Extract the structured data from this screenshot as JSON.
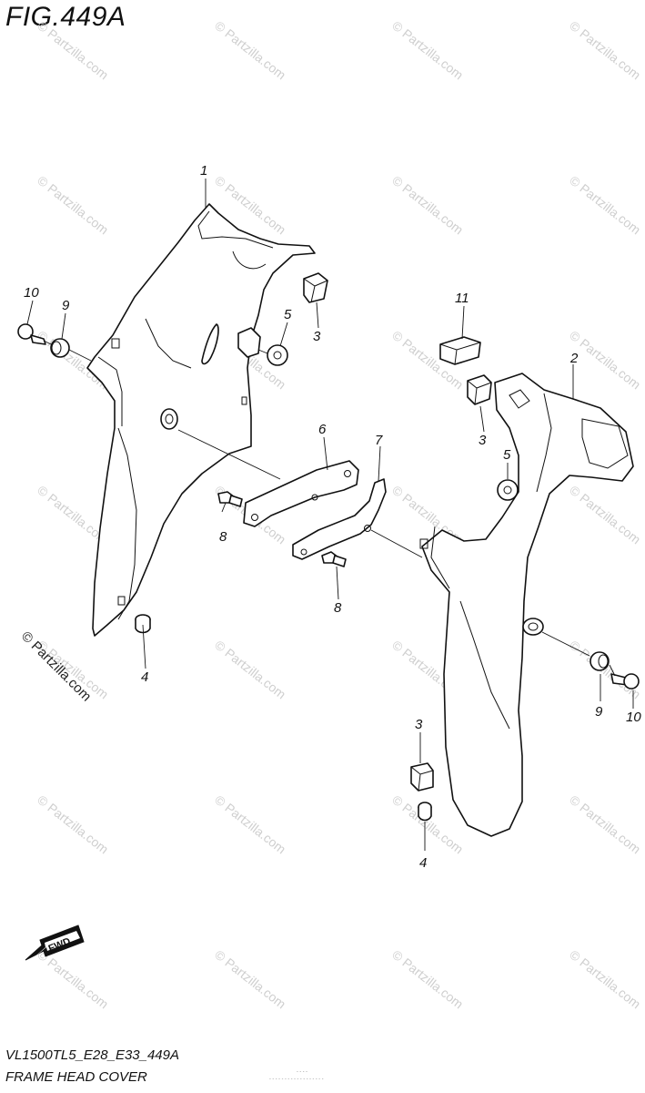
{
  "figure": {
    "title": "FIG.449A",
    "model_code": "VL1500TL5_E28_E33_449A",
    "name": "FRAME HEAD COVER",
    "copyright": "© Partzilla.com",
    "watermark": "© Partzilla.com",
    "fine_print_1": "- - - -",
    "fine_print_2": "- - - - - - - - - - - - - - - - - -"
  },
  "callouts": [
    {
      "id": "c1",
      "label": "1"
    },
    {
      "id": "c2",
      "label": "2"
    },
    {
      "id": "c3a",
      "label": "3"
    },
    {
      "id": "c3b",
      "label": "3"
    },
    {
      "id": "c3c",
      "label": "3"
    },
    {
      "id": "c4a",
      "label": "4"
    },
    {
      "id": "c4b",
      "label": "4"
    },
    {
      "id": "c5a",
      "label": "5"
    },
    {
      "id": "c5b",
      "label": "5"
    },
    {
      "id": "c6",
      "label": "6"
    },
    {
      "id": "c7",
      "label": "7"
    },
    {
      "id": "c8a",
      "label": "8"
    },
    {
      "id": "c8b",
      "label": "8"
    },
    {
      "id": "c9a",
      "label": "9"
    },
    {
      "id": "c9b",
      "label": "9"
    },
    {
      "id": "c10a",
      "label": "10"
    },
    {
      "id": "c10b",
      "label": "10"
    },
    {
      "id": "c11",
      "label": "11"
    }
  ],
  "fwd_label": "FWD",
  "colors": {
    "ink": "#111111",
    "watermark": "#cfcfcf",
    "background": "#ffffff"
  }
}
